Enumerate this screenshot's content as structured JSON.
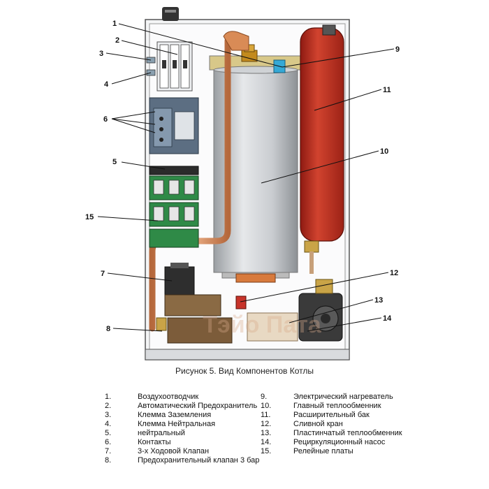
{
  "caption": "Рисунок 5. Вид Компонентов Котлы",
  "watermark": "Тэйо Пата",
  "callouts": [
    "1",
    "2",
    "3",
    "4",
    "5",
    "6",
    "7",
    "8",
    "9",
    "10",
    "11",
    "12",
    "13",
    "14",
    "15"
  ],
  "legend": {
    "left": [
      {
        "num": "1.",
        "text": "Воздухоотводчик"
      },
      {
        "num": "2.",
        "text": "Автоматический Предохранитель"
      },
      {
        "num": "3.",
        "text": "Клемма Заземления"
      },
      {
        "num": "4.",
        "text": "Клемма Нейтральная"
      },
      {
        "num": "5.",
        "text": "нейтральный"
      },
      {
        "num": "6.",
        "text": "Контакты"
      },
      {
        "num": "7.",
        "text": "3-х Ходовой Клапан"
      },
      {
        "num": "8.",
        "text": "Предохранительный клапан 3 бар"
      }
    ],
    "right": [
      {
        "num": "9.",
        "text": "Электрический нагреватель"
      },
      {
        "num": "10.",
        "text": "Главный теплообменник"
      },
      {
        "num": "11.",
        "text": "Расширительный бак"
      },
      {
        "num": "12.",
        "text": "Сливной кран"
      },
      {
        "num": "13.",
        "text": "Пластинчатый теплообменник"
      },
      {
        "num": "14.",
        "text": "Рециркуляционный насос"
      },
      {
        "num": "15.",
        "text": "Релейные платы"
      }
    ]
  }
}
